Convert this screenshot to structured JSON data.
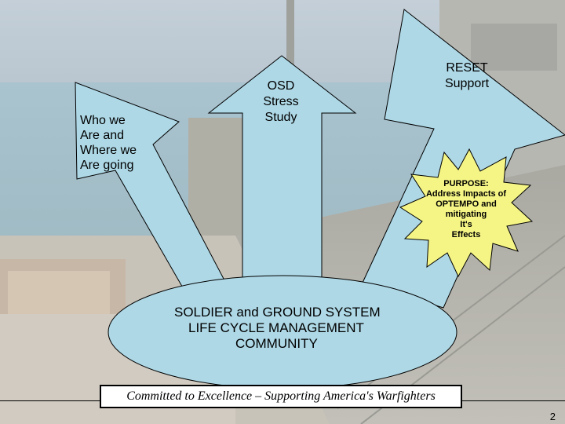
{
  "slide": {
    "arrows": {
      "left": {
        "lines": [
          "Who we",
          "Are and",
          "Where we",
          "Are going"
        ]
      },
      "middle": {
        "lines": [
          "OSD",
          "Stress",
          "Study"
        ]
      },
      "right": {
        "lines": [
          "RESET",
          "Support"
        ]
      }
    },
    "burst": {
      "lines": [
        "PURPOSE:",
        "Address Impacts of",
        "OPTEMPO and",
        "mitigating",
        "It's",
        "Effects"
      ]
    },
    "hub": {
      "lines": [
        "SOLDIER and GROUND SYSTEM",
        "LIFE CYCLE MANAGEMENT",
        "COMMUNITY"
      ]
    },
    "motto": "Committed to Excellence – Supporting America's Warfighters",
    "page_number": "2"
  },
  "colors": {
    "shape_fill": "#aed8e6",
    "burst_fill": "#f5f586",
    "outline": "#000000"
  }
}
